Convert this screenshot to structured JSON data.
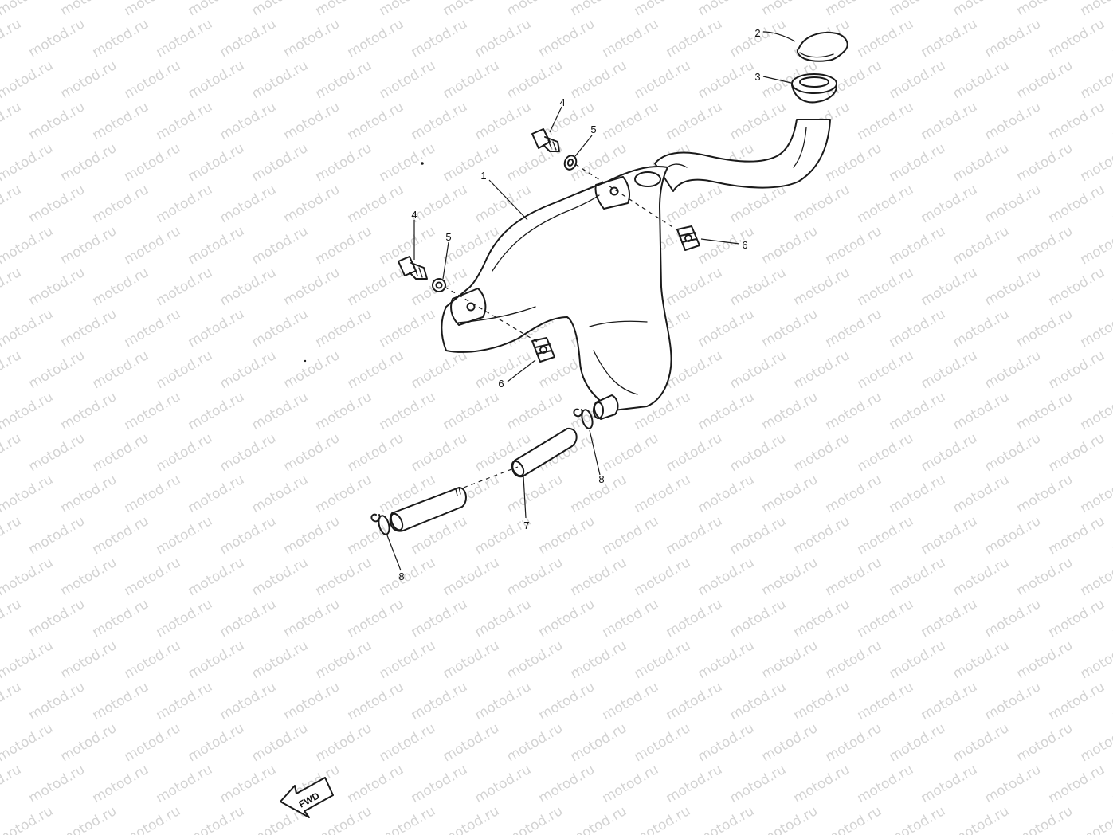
{
  "watermark": {
    "text": "motod.ru",
    "color": "#d3d3d3"
  },
  "callouts": [
    {
      "id": "c1",
      "label": "1"
    },
    {
      "id": "c2",
      "label": "2"
    },
    {
      "id": "c3",
      "label": "3"
    },
    {
      "id": "c4a",
      "label": "4"
    },
    {
      "id": "c4b",
      "label": "4"
    },
    {
      "id": "c5a",
      "label": "5"
    },
    {
      "id": "c5b",
      "label": "5"
    },
    {
      "id": "c6a",
      "label": "6"
    },
    {
      "id": "c6b",
      "label": "6"
    },
    {
      "id": "c7",
      "label": "7"
    },
    {
      "id": "c8a",
      "label": "8"
    },
    {
      "id": "c8b",
      "label": "8"
    }
  ],
  "direction_marker": {
    "label": "FWD"
  }
}
